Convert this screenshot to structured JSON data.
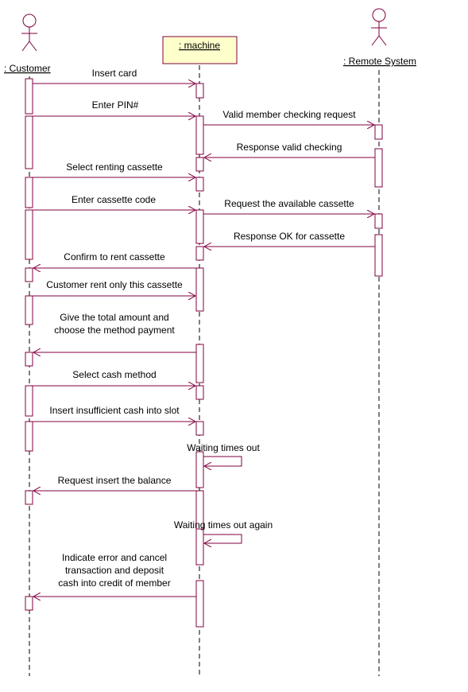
{
  "participants": [
    {
      "id": "customer",
      "name": ": Customer",
      "kind": "actor"
    },
    {
      "id": "machine",
      "name": ": machine",
      "kind": "object"
    },
    {
      "id": "remote",
      "name": ": Remote System",
      "kind": "actor"
    }
  ],
  "messages": [
    {
      "id": "m1",
      "from": "customer",
      "to": "machine",
      "label": "Insert card"
    },
    {
      "id": "m2",
      "from": "customer",
      "to": "machine",
      "label": "Enter PIN#"
    },
    {
      "id": "m3",
      "from": "machine",
      "to": "remote",
      "label": "Valid member checking request"
    },
    {
      "id": "m4",
      "from": "remote",
      "to": "machine",
      "label": "Response valid checking"
    },
    {
      "id": "m5",
      "from": "customer",
      "to": "machine",
      "label": "Select renting cassette"
    },
    {
      "id": "m6",
      "from": "customer",
      "to": "machine",
      "label": "Enter cassette code"
    },
    {
      "id": "m7",
      "from": "machine",
      "to": "remote",
      "label": "Request the available cassette"
    },
    {
      "id": "m8",
      "from": "remote",
      "to": "machine",
      "label": "Response OK for cassette"
    },
    {
      "id": "m9",
      "from": "machine",
      "to": "customer",
      "label": "Confirm to rent cassette"
    },
    {
      "id": "m10",
      "from": "customer",
      "to": "machine",
      "label": "Customer rent only this cassette"
    },
    {
      "id": "m11",
      "from": "machine",
      "to": "customer",
      "label": "Give the total amount and\nchoose  the method payment"
    },
    {
      "id": "m12",
      "from": "customer",
      "to": "machine",
      "label": "Select cash method"
    },
    {
      "id": "m13",
      "from": "customer",
      "to": "machine",
      "label": "Insert insufficient cash into slot"
    },
    {
      "id": "m14",
      "from": "machine",
      "to": "machine",
      "label": "Waiting times out"
    },
    {
      "id": "m15",
      "from": "machine",
      "to": "customer",
      "label": "Request insert the balance"
    },
    {
      "id": "m16",
      "from": "machine",
      "to": "machine",
      "label": "Waiting times out again"
    },
    {
      "id": "m17",
      "from": "machine",
      "to": "customer",
      "label": "Indicate error and cancel\ntransaction and deposit\ncash into credit of member"
    }
  ],
  "colors": {
    "line": "#800040",
    "object_fill": "#ffffcc",
    "text": "#000000"
  }
}
